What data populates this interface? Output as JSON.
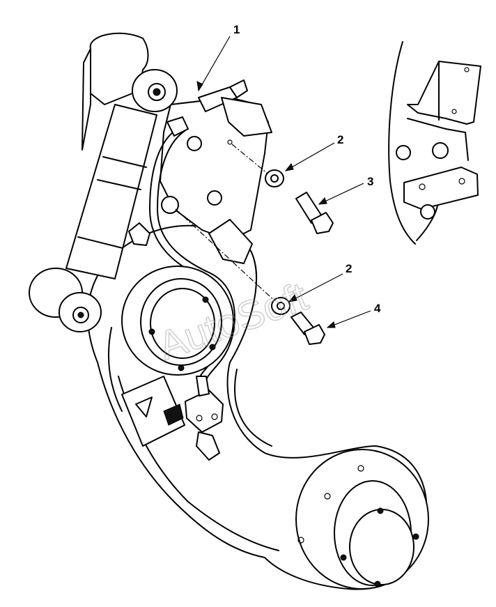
{
  "diagram": {
    "callouts": [
      {
        "id": "c1",
        "label": "1"
      },
      {
        "id": "c2a",
        "label": "2"
      },
      {
        "id": "c3",
        "label": "3"
      },
      {
        "id": "c2b",
        "label": "2"
      },
      {
        "id": "c4",
        "label": "4"
      }
    ],
    "watermark": "AutoSoft",
    "colors": {
      "line": "#000000",
      "background": "#ffffff",
      "watermark": "#9a9a9a"
    }
  }
}
